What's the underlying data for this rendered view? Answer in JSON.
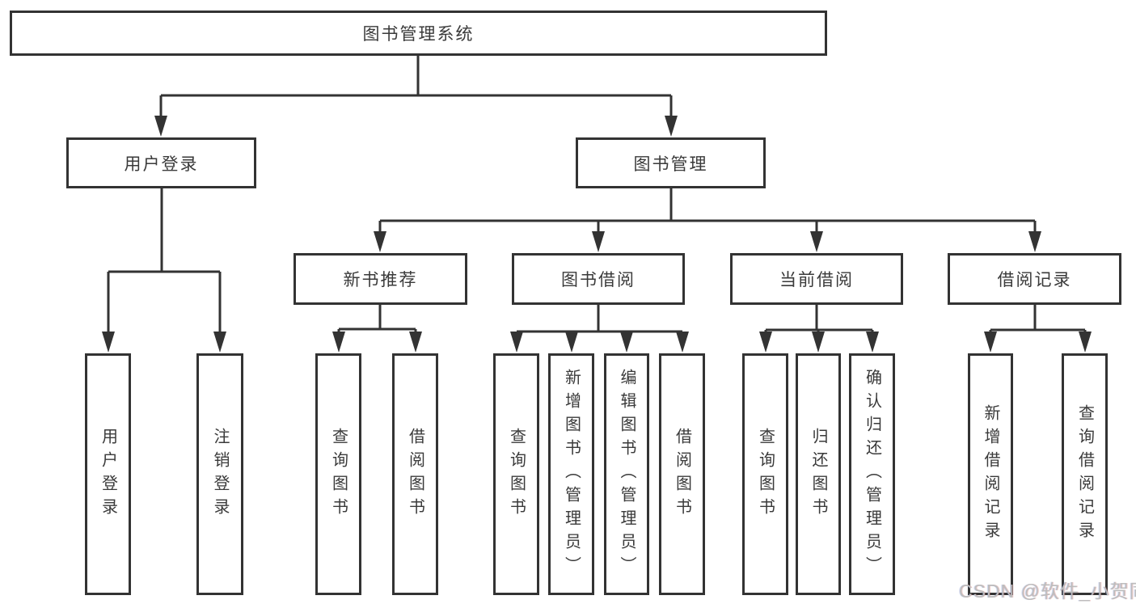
{
  "tree": {
    "root": {
      "label": "图书管理系统",
      "children": [
        {
          "label": "用户登录",
          "children": [
            {
              "label": "用户登录"
            },
            {
              "label": "注销登录"
            }
          ]
        },
        {
          "label": "图书管理",
          "children": [
            {
              "label": "新书推荐",
              "children": [
                {
                  "label": "查询图书"
                },
                {
                  "label": "借阅图书"
                }
              ]
            },
            {
              "label": "图书借阅",
              "children": [
                {
                  "label": "查询图书"
                },
                {
                  "label": "新增图书（管理员）"
                },
                {
                  "label": "编辑图书（管理员）"
                },
                {
                  "label": "借阅图书"
                }
              ]
            },
            {
              "label": "当前借阅",
              "children": [
                {
                  "label": "查询图书"
                },
                {
                  "label": "归还图书"
                },
                {
                  "label": "确认归还（管理员）"
                }
              ]
            },
            {
              "label": "借阅记录",
              "children": [
                {
                  "label": "新增借阅记录"
                },
                {
                  "label": "查询借阅记录"
                }
              ]
            }
          ]
        }
      ]
    }
  },
  "watermark": {
    "text": "CSDN @软件_小贺同学"
  },
  "colors": {
    "line": "#333333",
    "border": "#333333",
    "text": "#3a3a3a",
    "watermark": "#bdbdbd",
    "background": "#ffffff"
  }
}
